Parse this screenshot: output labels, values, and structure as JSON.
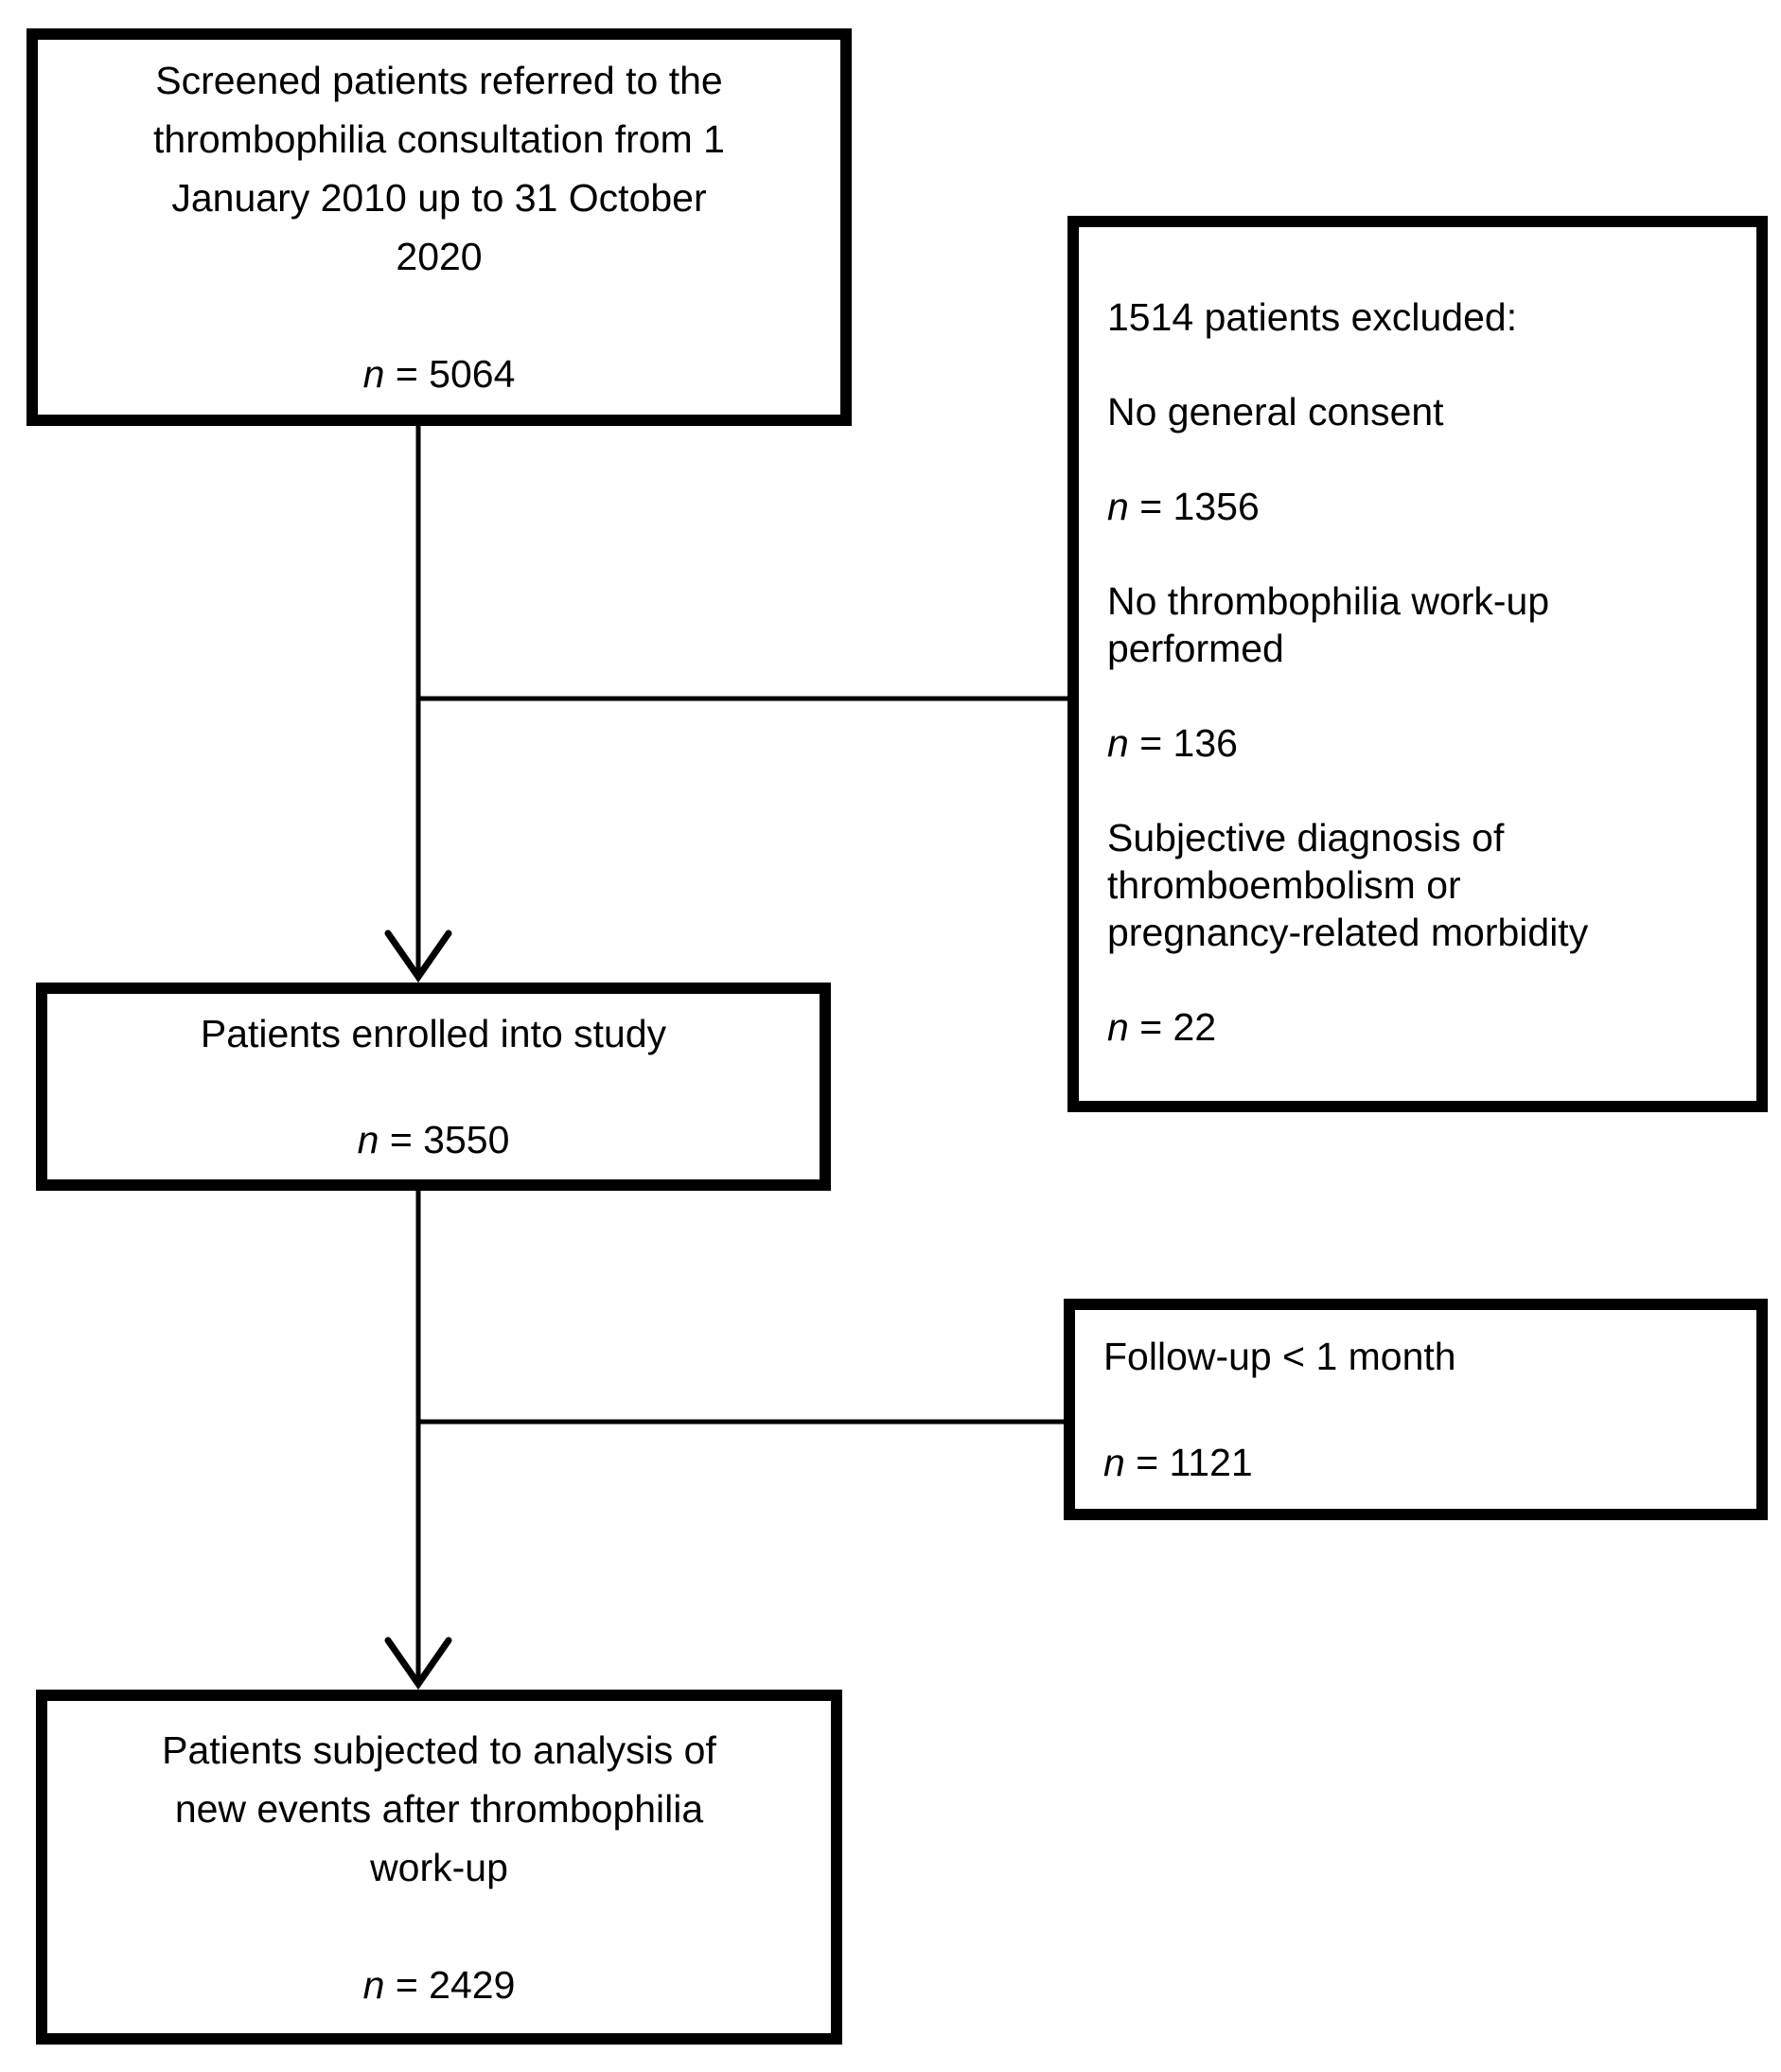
{
  "colors": {
    "background": "#ffffff",
    "line": "#000000",
    "text": "#000000"
  },
  "boxes": {
    "screened": {
      "lines": "Screened patients referred to the\nthrombophilia consultation from 1\nJanuary 2010 up to 31 October\n2020",
      "n_var": "n",
      "n_rest": " = 5064"
    },
    "excluded": {
      "title": "1514 patients excluded:",
      "items": [
        {
          "label": "No general consent",
          "n_var": "n",
          "n_rest": " = 1356"
        },
        {
          "label": "No thrombophilia work-up\nperformed",
          "n_var": "n",
          "n_rest": " = 136"
        },
        {
          "label": "Subjective diagnosis of\nthromboembolism or\npregnancy-related morbidity",
          "n_var": "n",
          "n_rest": " = 22"
        }
      ]
    },
    "enrolled": {
      "lines": "Patients enrolled into study",
      "n_var": "n",
      "n_rest": " = 3550"
    },
    "followup": {
      "lines": "Follow-up < 1 month",
      "n_var": "n",
      "n_rest": " = 1121"
    },
    "analysis": {
      "lines": "Patients subjected to analysis of\nnew events after thrombophilia\nwork-up",
      "n_var": "n",
      "n_rest": " = 2429"
    }
  }
}
